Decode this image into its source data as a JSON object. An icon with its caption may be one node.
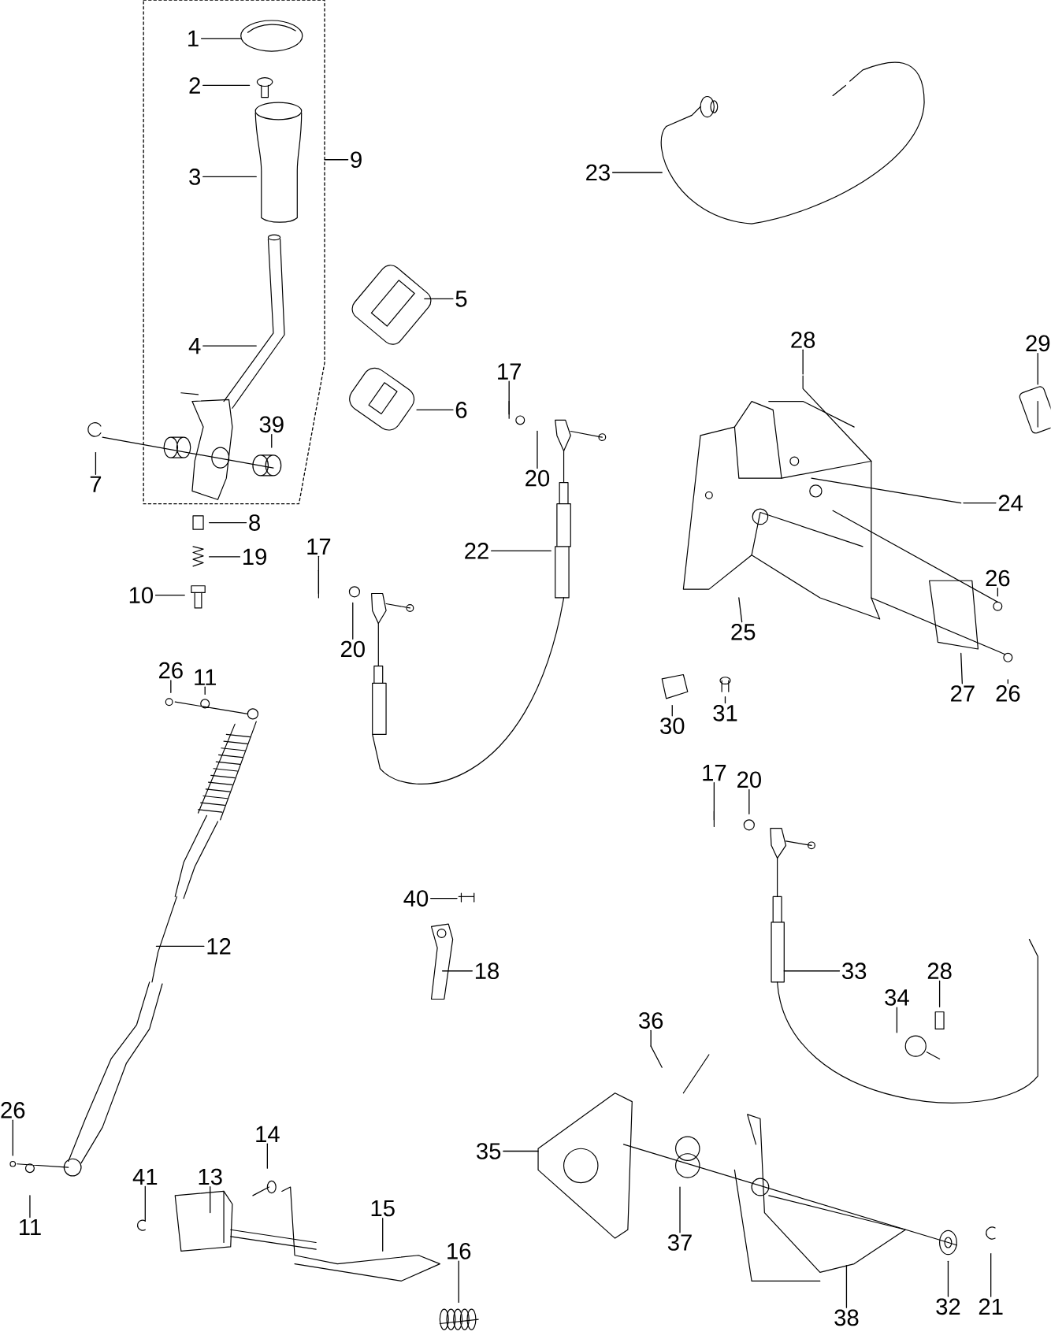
{
  "diagram": {
    "nodes": [
      {
        "text": [],
        "shape": "box"
      },
      {
        "text": [
          "1"
        ],
        "in": 0
      },
      {
        "text": [
          "2"
        ],
        "in": 0
      },
      {
        "text": [
          "3"
        ],
        "in": 0
      },
      {
        "text": [
          "9"
        ]
      },
      {
        "text": [
          "4"
        ],
        "in": 0
      },
      {
        "text": [
          "39"
        ],
        "in": 0
      },
      {
        "text": [
          "7"
        ]
      },
      {
        "text": [
          "8"
        ]
      },
      {
        "text": [
          "19"
        ]
      },
      {
        "text": [
          "10"
        ]
      },
      {
        "text": [
          "23"
        ]
      },
      {
        "text": [
          "5"
        ]
      },
      {
        "text": [
          "6"
        ]
      },
      {
        "text": [
          "28"
        ]
      },
      {
        "text": [
          "29"
        ]
      },
      {
        "text": [
          "17"
        ]
      },
      {
        "text": [
          "20"
        ]
      },
      {
        "text": [
          "22"
        ]
      },
      {
        "text": [
          "24"
        ]
      },
      {
        "text": [
          "17"
        ]
      },
      {
        "text": [
          "26"
        ]
      },
      {
        "text": [
          "25"
        ]
      },
      {
        "text": [
          "20"
        ]
      },
      {
        "text": [
          "27"
        ]
      },
      {
        "text": [
          "26"
        ]
      },
      {
        "text": [
          "30"
        ]
      },
      {
        "text": [
          "31"
        ]
      },
      {
        "text": [
          "26"
        ]
      },
      {
        "text": [
          "11"
        ]
      },
      {
        "text": [
          "12"
        ]
      },
      {
        "text": [
          "17"
        ]
      },
      {
        "text": [
          "20"
        ]
      },
      {
        "text": [
          "33"
        ]
      },
      {
        "text": [
          "40"
        ]
      },
      {
        "text": [
          "18"
        ]
      },
      {
        "text": [
          "28"
        ]
      },
      {
        "text": [
          "34"
        ]
      },
      {
        "text": [
          "36"
        ]
      },
      {
        "text": [
          "35"
        ]
      },
      {
        "text": [
          "26"
        ]
      },
      {
        "text": [
          "11"
        ]
      },
      {
        "text": [
          "41"
        ]
      },
      {
        "text": [
          "13"
        ]
      },
      {
        "text": [
          "14"
        ]
      },
      {
        "text": [
          "15"
        ]
      },
      {
        "text": [
          "16"
        ]
      },
      {
        "text": [
          "37"
        ]
      },
      {
        "text": [
          "38"
        ]
      },
      {
        "text": [
          "32"
        ]
      },
      {
        "text": [
          "21"
        ]
      }
    ],
    "edges": [
      {
        "from": 1,
        "to": null,
        "arrow": "none"
      },
      {
        "from": 2,
        "to": null,
        "arrow": "none"
      },
      {
        "from": 3,
        "to": null,
        "arrow": "none"
      },
      {
        "from": 4,
        "to": 0,
        "arrow": "none"
      },
      {
        "from": 5,
        "to": null,
        "arrow": "none"
      },
      {
        "from": 6,
        "to": null,
        "arrow": "none"
      },
      {
        "from": 7,
        "to": null,
        "arrow": "none"
      },
      {
        "from": 8,
        "to": null,
        "arrow": "none"
      },
      {
        "from": 9,
        "to": null,
        "arrow": "none"
      },
      {
        "from": 10,
        "to": null,
        "arrow": "none"
      },
      {
        "from": 11,
        "to": null,
        "arrow": "none"
      },
      {
        "from": 12,
        "to": null,
        "arrow": "none"
      },
      {
        "from": 13,
        "to": null,
        "arrow": "none"
      },
      {
        "from": 14,
        "to": null,
        "arrow": "none"
      },
      {
        "from": 15,
        "to": null,
        "arrow": "none"
      },
      {
        "from": 16,
        "to": null,
        "arrow": "none"
      },
      {
        "from": 17,
        "to": null,
        "arrow": "none"
      },
      {
        "from": 18,
        "to": null,
        "arrow": "none"
      },
      {
        "from": 19,
        "to": null,
        "arrow": "none"
      },
      {
        "from": 20,
        "to": null,
        "arrow": "none"
      },
      {
        "from": 21,
        "to": null,
        "arrow": "none"
      },
      {
        "from": 22,
        "to": null,
        "arrow": "none"
      },
      {
        "from": 23,
        "to": null,
        "arrow": "none"
      },
      {
        "from": 24,
        "to": null,
        "arrow": "none"
      },
      {
        "from": 25,
        "to": null,
        "arrow": "none"
      },
      {
        "from": 26,
        "to": null,
        "arrow": "none"
      },
      {
        "from": 27,
        "to": null,
        "arrow": "none"
      },
      {
        "from": 28,
        "to": null,
        "arrow": "none"
      },
      {
        "from": 29,
        "to": null,
        "arrow": "none"
      },
      {
        "from": 30,
        "to": null,
        "arrow": "none"
      },
      {
        "from": 31,
        "to": null,
        "arrow": "none"
      },
      {
        "from": 32,
        "to": null,
        "arrow": "none"
      },
      {
        "from": 33,
        "to": null,
        "arrow": "none"
      },
      {
        "from": 34,
        "to": null,
        "arrow": "none"
      },
      {
        "from": 35,
        "to": null,
        "arrow": "none"
      },
      {
        "from": 36,
        "to": null,
        "arrow": "none"
      },
      {
        "from": 37,
        "to": null,
        "arrow": "none"
      },
      {
        "from": 38,
        "to": null,
        "arrow": "none"
      },
      {
        "from": 39,
        "to": null,
        "arrow": "none"
      },
      {
        "from": 40,
        "to": null,
        "arrow": "none"
      },
      {
        "from": 41,
        "to": null,
        "arrow": "none"
      },
      {
        "from": 42,
        "to": null,
        "arrow": "none"
      },
      {
        "from": 43,
        "to": null,
        "arrow": "none"
      },
      {
        "from": 44,
        "to": null,
        "arrow": "none"
      },
      {
        "from": 45,
        "to": null,
        "arrow": "none"
      },
      {
        "from": 46,
        "to": null,
        "arrow": "none"
      },
      {
        "from": 47,
        "to": null,
        "arrow": "none"
      },
      {
        "from": 48,
        "to": null,
        "arrow": "none"
      },
      {
        "from": 49,
        "to": null,
        "arrow": "none"
      },
      {
        "from": 50,
        "to": null,
        "arrow": "none"
      }
    ]
  }
}
